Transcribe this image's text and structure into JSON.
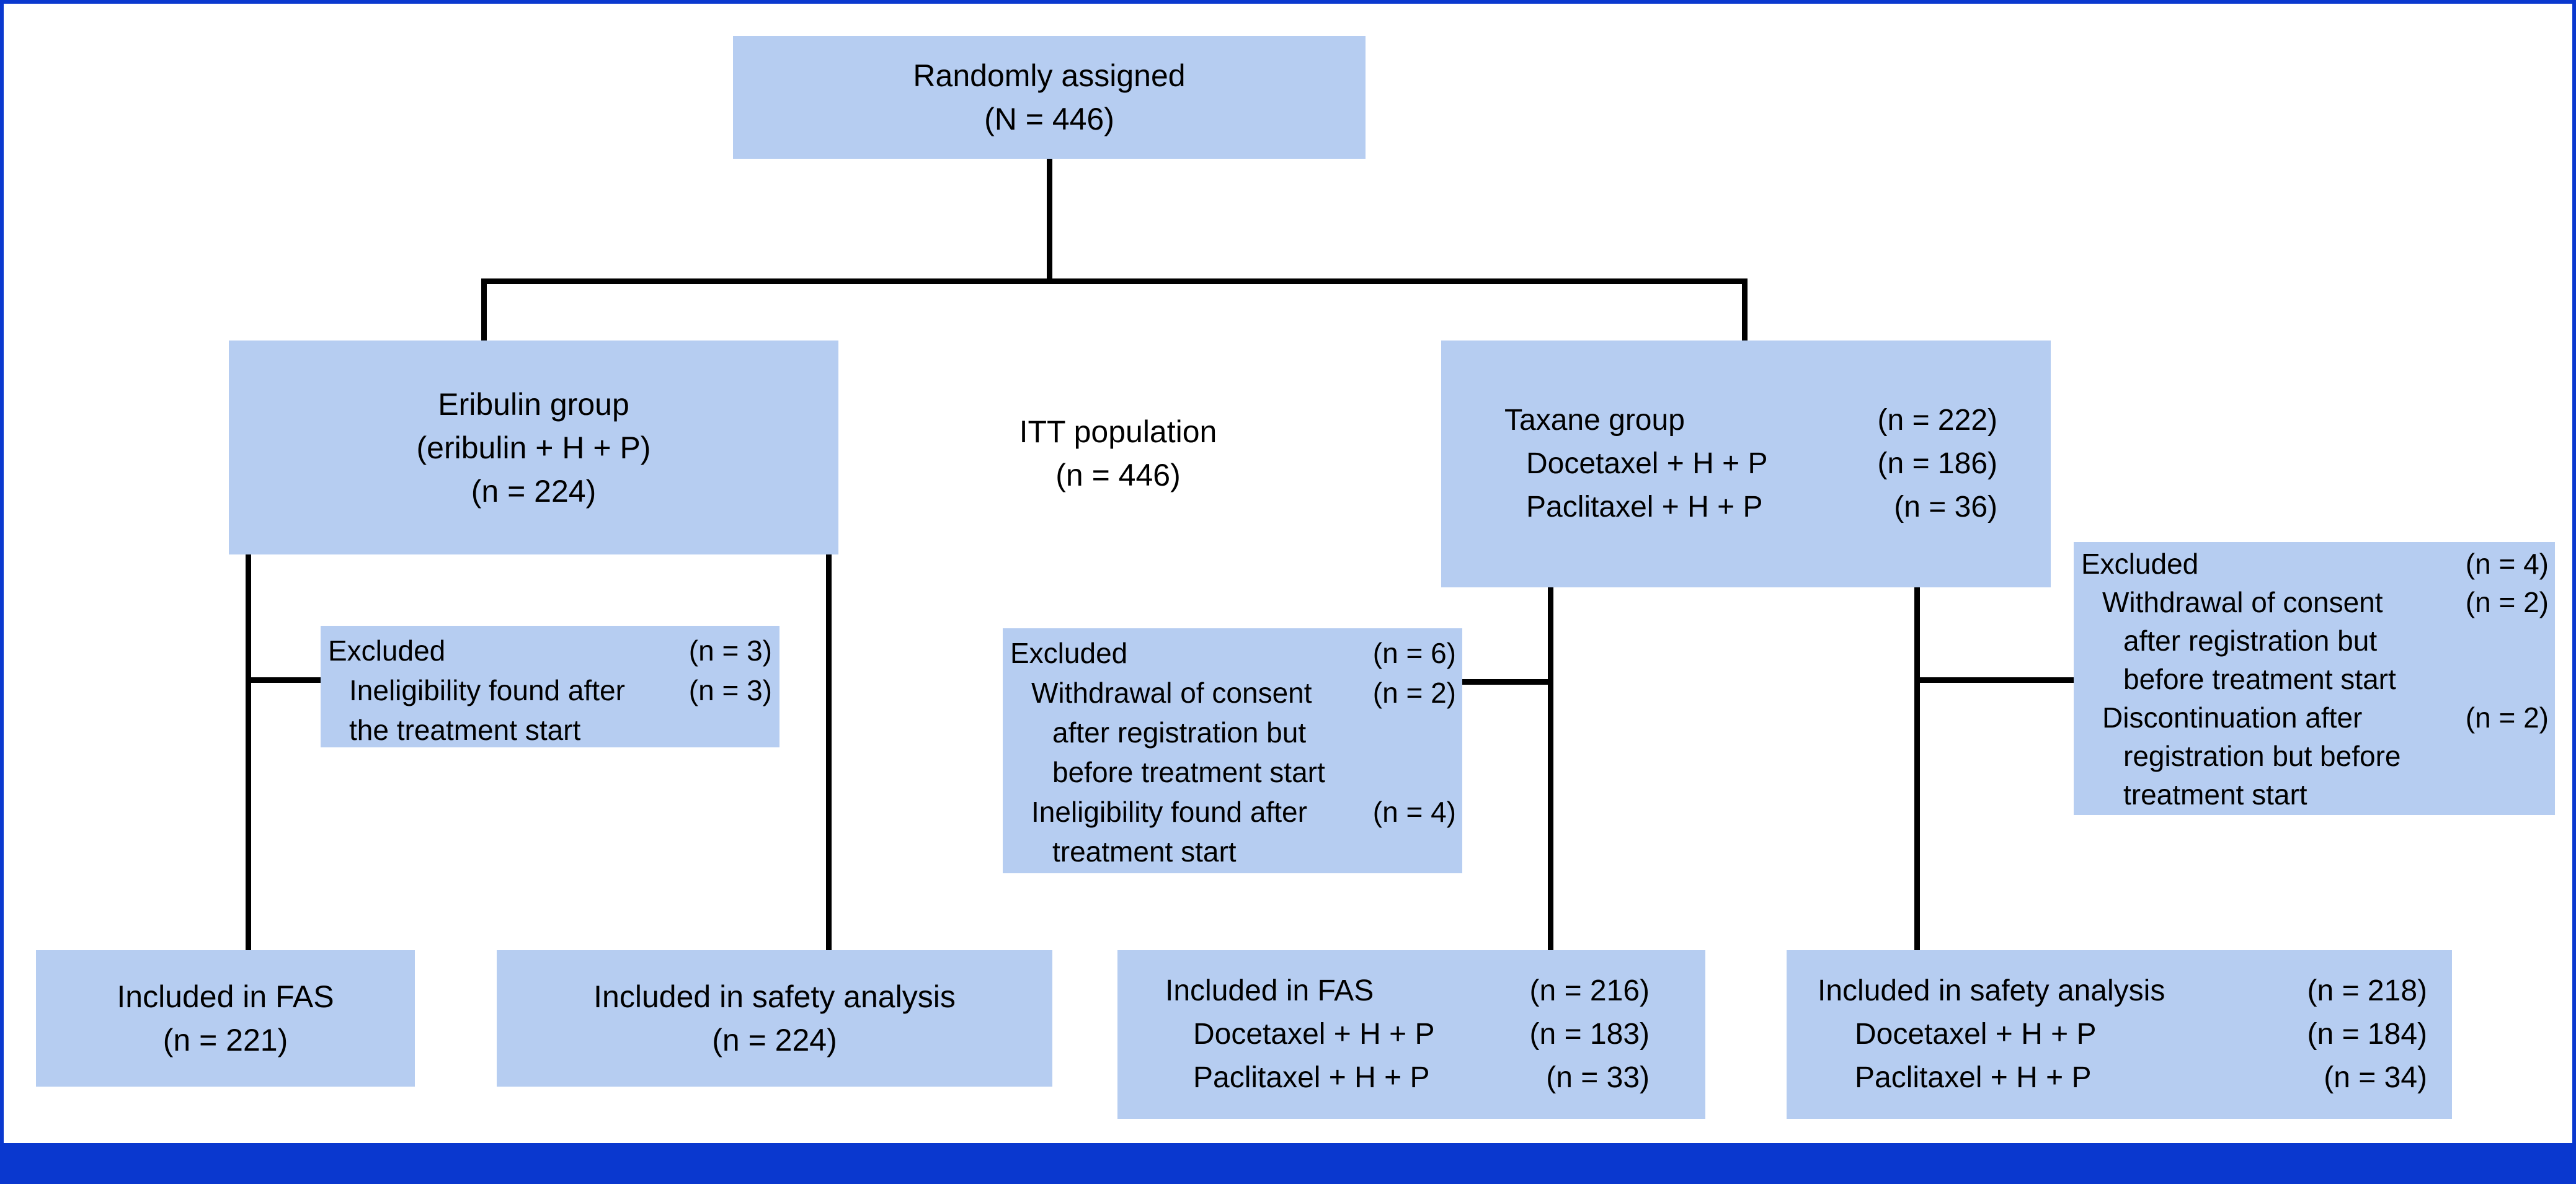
{
  "figure": {
    "type": "consort-flow-diagram",
    "palette": {
      "box_fill": "#b6cdf1",
      "connector": "#000000",
      "frame": "#0a38cf",
      "background": "#ffffff"
    }
  },
  "nodes": {
    "randomized": {
      "lines": [
        "Randomly assigned",
        "(N = 446)"
      ]
    },
    "itt": {
      "lines": [
        "ITT population",
        "(n = 446)"
      ]
    },
    "eribulin": {
      "lines": [
        "Eribulin group",
        "(eribulin + H + P)",
        "(n = 224)"
      ]
    },
    "taxane": {
      "rows": [
        {
          "label": "Taxane group",
          "value": "(n = 222)"
        },
        {
          "label": "Docetaxel + H + P",
          "value": "(n = 186)"
        },
        {
          "label": "Paclitaxel + H + P",
          "value": "(n = 36)"
        }
      ]
    },
    "excluded_eribulin": {
      "rows": [
        {
          "label": "Excluded",
          "value": "(n = 3)"
        },
        {
          "label": "Ineligibility found after",
          "value": "(n = 3)"
        },
        {
          "label": "the treatment start",
          "value": ""
        }
      ]
    },
    "excluded_itt": {
      "rows": [
        {
          "label": "Excluded",
          "value": "(n = 6)"
        },
        {
          "label": "Withdrawal of consent",
          "value": "(n = 2)"
        },
        {
          "label": "after registration but",
          "value": ""
        },
        {
          "label": "before treatment start",
          "value": ""
        },
        {
          "label": "Ineligibility found after",
          "value": "(n = 4)"
        },
        {
          "label": "treatment start",
          "value": ""
        }
      ]
    },
    "excluded_taxane": {
      "rows": [
        {
          "label": "Excluded",
          "value": "(n = 4)"
        },
        {
          "label": "Withdrawal of consent",
          "value": "(n = 2)"
        },
        {
          "label": "after registration but",
          "value": ""
        },
        {
          "label": "before treatment start",
          "value": ""
        },
        {
          "label": "Discontinuation after",
          "value": "(n = 2)"
        },
        {
          "label": "registration but before",
          "value": ""
        },
        {
          "label": "treatment start",
          "value": ""
        }
      ]
    },
    "fas_eribulin": {
      "lines": [
        "Included in FAS",
        "(n = 221)"
      ]
    },
    "safety_eribulin": {
      "lines": [
        "Included in safety analysis",
        "(n = 224)"
      ]
    },
    "fas_taxane": {
      "rows": [
        {
          "label": "Included in FAS",
          "value": "(n = 216)"
        },
        {
          "label": "Docetaxel + H + P",
          "value": "(n = 183)"
        },
        {
          "label": "Paclitaxel + H + P",
          "value": "(n = 33)"
        }
      ]
    },
    "safety_taxane": {
      "rows": [
        {
          "label": "Included in safety analysis",
          "value": "(n = 218)"
        },
        {
          "label": "Docetaxel + H + P",
          "value": "(n = 184)"
        },
        {
          "label": "Paclitaxel + H + P",
          "value": "(n = 34)"
        }
      ]
    }
  }
}
